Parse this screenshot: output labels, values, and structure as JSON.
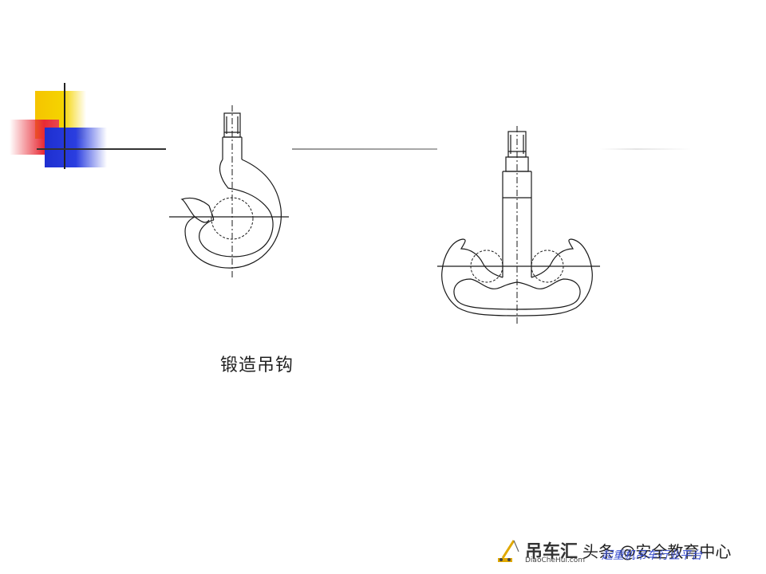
{
  "caption": "锻造吊钩",
  "watermark": {
    "brand": "吊车汇",
    "domain": "DiaoCheHui.com",
    "account": "头条 @安全教育中心",
    "slogan": "起重机吊车行业平台"
  },
  "colors": {
    "yellow": "#f5c400",
    "red": "#e82a35",
    "blue": "#1e2fd0",
    "line": "#1a1a1a"
  }
}
